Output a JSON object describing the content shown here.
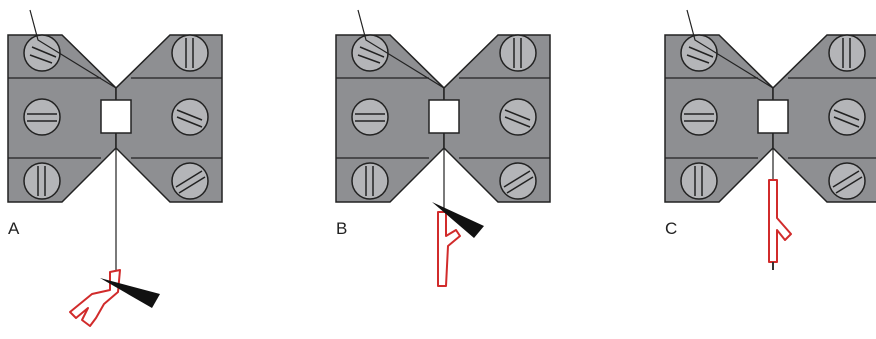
{
  "colors": {
    "block": "#8e8f92",
    "block_stroke": "#222222",
    "screw": "#b4b5b8",
    "thread": "#222222",
    "clip": "#d12b2b",
    "needle": "#111111",
    "background": "#ffffff"
  },
  "panels": [
    {
      "id": "A",
      "label": "A",
      "needle_shown": true,
      "clip_position": "hanging-low"
    },
    {
      "id": "B",
      "label": "B",
      "needle_shown": true,
      "clip_position": "hanging-mid"
    },
    {
      "id": "C",
      "label": "C",
      "needle_shown": false,
      "clip_position": "near-block"
    }
  ]
}
